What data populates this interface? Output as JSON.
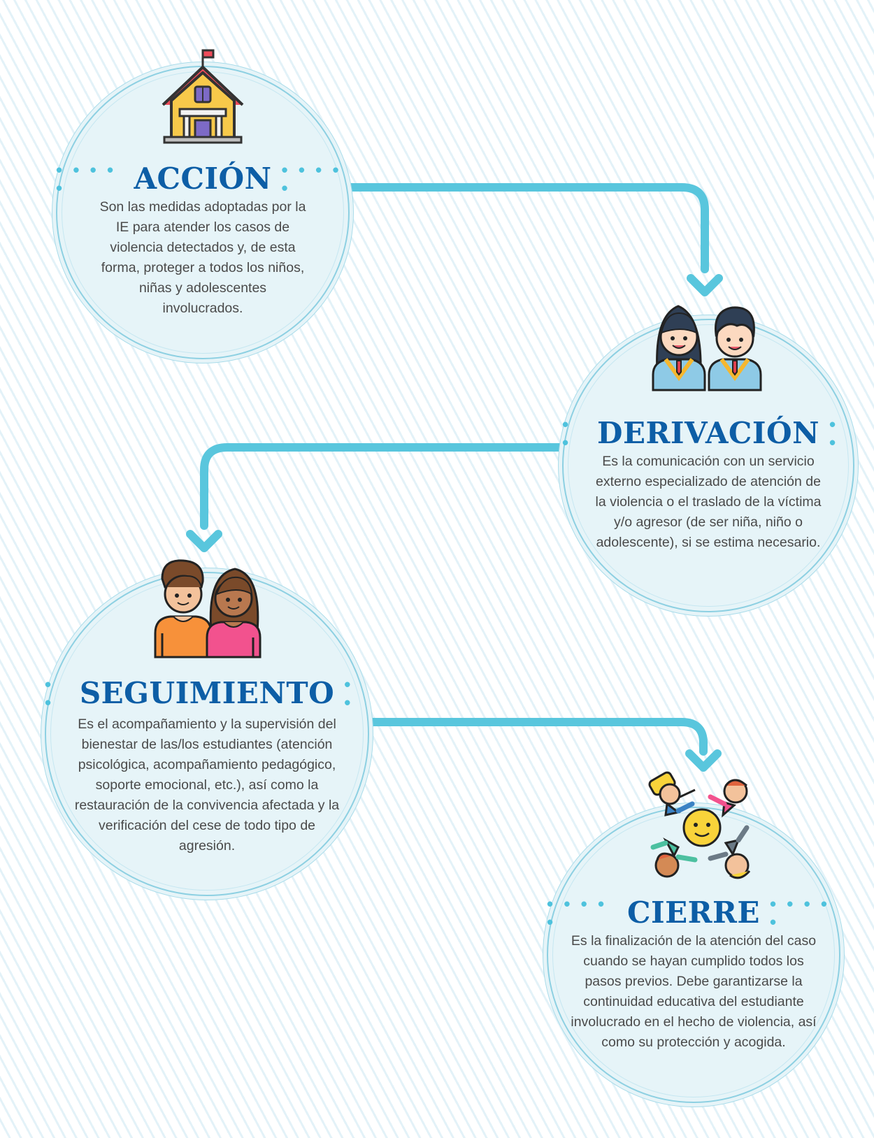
{
  "colors": {
    "title": "#0d5ea6",
    "connector": "#59c6dd",
    "circle_fill": "#e6f4f8",
    "stripe": "#e3f2f8"
  },
  "steps": [
    {
      "title": "ACCIÓN",
      "icon": "school-house-icon",
      "description": "Son las medidas adoptadas por la IE para atender los casos de violencia detectados y, de esta forma, proteger a todos los niños, niñas y adolescentes involucrados."
    },
    {
      "title": "DERIVACIÓN",
      "icon": "graduates-icon",
      "description": "Es la comunicación con un servicio externo especializado de atención de la violencia o el traslado de la víctima y/o agresor (de ser niña, niño o adolescente), si se estima necesario."
    },
    {
      "title": "SEGUIMIENTO",
      "icon": "students-icon",
      "description": "Es el acompañamiento y la supervisión del bienestar de las/los estudiantes (atención psicológica, acompañamiento pedagógico, soporte emocional, etc.), así como la restauración de la convivencia afectada y la verificación del cese de todo tipo de agresión."
    },
    {
      "title": "CIERRE",
      "icon": "children-circle-icon",
      "description": "Es la finalización de la atención del caso cuando se hayan cumplido todos los pasos previos. Debe garantizarse la continuidad educativa del estudiante involucrado en el hecho de violencia, así como su protección y acogida."
    }
  ]
}
